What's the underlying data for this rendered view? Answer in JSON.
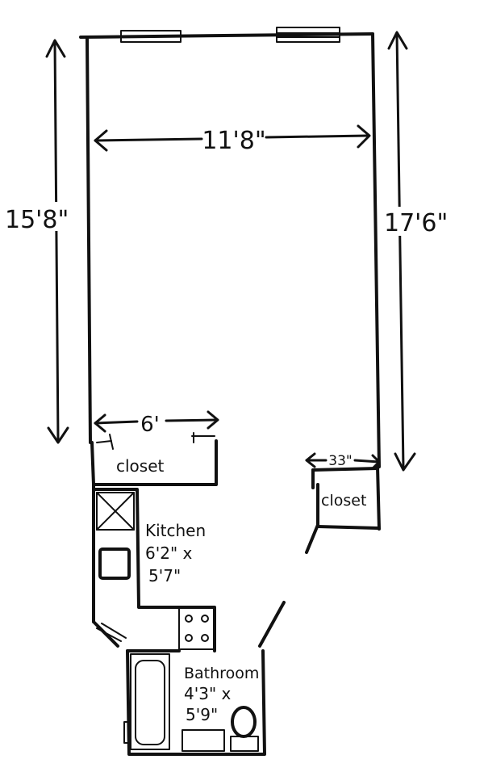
{
  "labels": {
    "width_main": "11'8\"",
    "height_left": "15'8\"",
    "height_right": "17'6\"",
    "closet_width": "6'",
    "closet_left": "closet",
    "closet_right_width": "33\"",
    "closet_right": "closet",
    "kitchen_title": "Kitchen",
    "kitchen_dim_1": "6'2\" x",
    "kitchen_dim_2": "5'7\"",
    "bathroom_title": "Bathroom",
    "bathroom_dim_1": "4'3\" x",
    "bathroom_dim_2": "5'9\""
  },
  "icons": {
    "windows": [
      "window-icon",
      "window-icon"
    ],
    "fixtures": [
      "stove-icon",
      "sink-icon",
      "refrigerator-icon",
      "bathtub-icon",
      "toilet-icon",
      "bathroom-sink-icon",
      "door-icon"
    ]
  }
}
